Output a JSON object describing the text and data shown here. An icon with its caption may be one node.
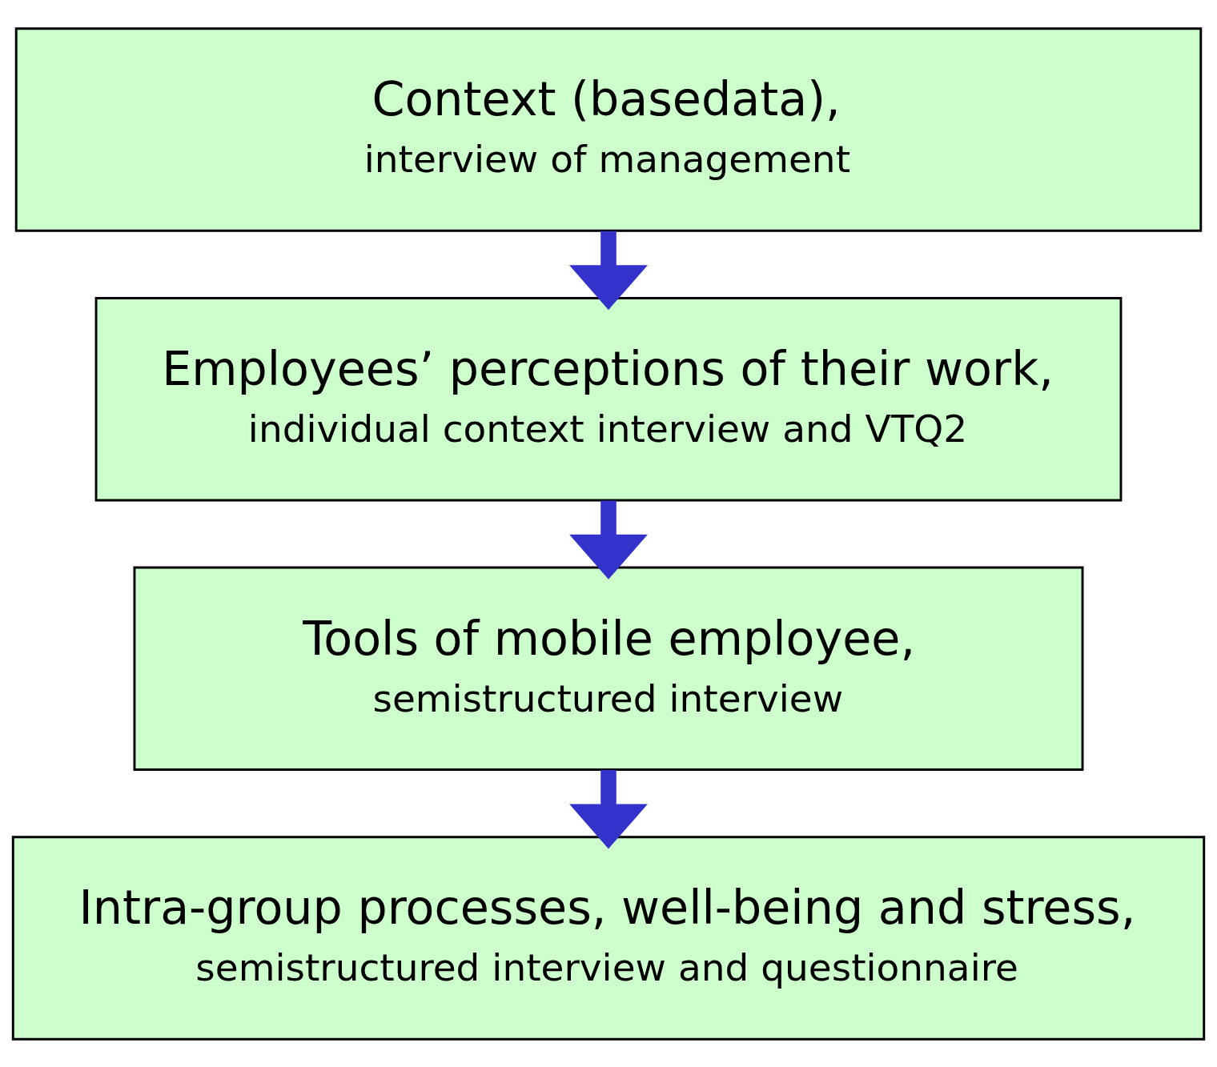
{
  "diagram": {
    "nodes": [
      {
        "text": [
          "Context (basedata),",
          "interview of management"
        ]
      },
      {
        "text": [
          "Employees’ perceptions of their work,",
          "individual context interview and VTQ2"
        ]
      },
      {
        "text": [
          "Tools of mobile employee,",
          "semistructured interview"
        ]
      },
      {
        "text": [
          "Intra-group processes, well-being and stress,",
          "semistructured interview and questionnaire"
        ]
      }
    ],
    "edges": [
      {
        "from": 0,
        "to": 1,
        "arrow": "to"
      },
      {
        "from": 1,
        "to": 2,
        "arrow": "to"
      },
      {
        "from": 2,
        "to": 3,
        "arrow": "to"
      }
    ]
  }
}
